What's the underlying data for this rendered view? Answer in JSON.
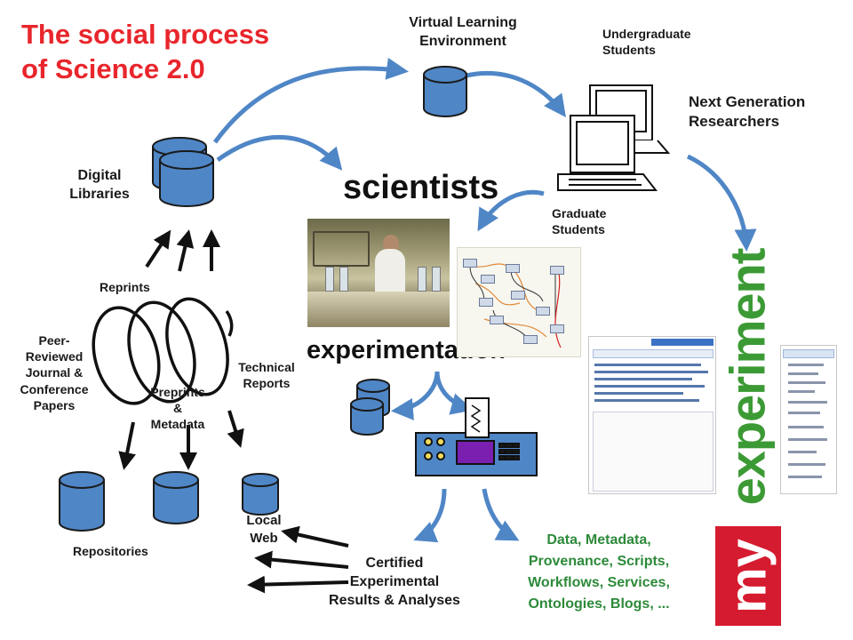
{
  "title": "The social process\nof Science 2.0",
  "labels": {
    "vle": "Virtual Learning\nEnvironment",
    "undergrad": "Undergraduate\nStudents",
    "next_gen": "Next Generation\nResearchers",
    "digital_libraries": "Digital\nLibraries",
    "scientists": "scientists",
    "graduate": "Graduate\nStudents",
    "reprints": "Reprints",
    "peer_reviewed": "Peer-\nReviewed\nJournal &\nConference\nPapers",
    "technical_reports": "Technical\nReports",
    "preprints": "Preprints\n&\nMetadata",
    "experimentation": "experimentation",
    "repositories": "Repositories",
    "local_web": "Local\nWeb",
    "certified": "Certified\nExperimental\nResults & Analyses",
    "outputs": "Data, Metadata,\nProvenance, Scripts,\nWorkflows, Services,\nOntologies, Blogs, ..."
  },
  "logo": {
    "my": "my",
    "experiment": "experiment"
  },
  "colors": {
    "title": "#e8262c",
    "database": "#4f86c6",
    "arrow": "#4f86c6",
    "output_text": "#2d8a3a",
    "logo_green": "#3c9a35",
    "logo_red": "#d51b2f"
  }
}
